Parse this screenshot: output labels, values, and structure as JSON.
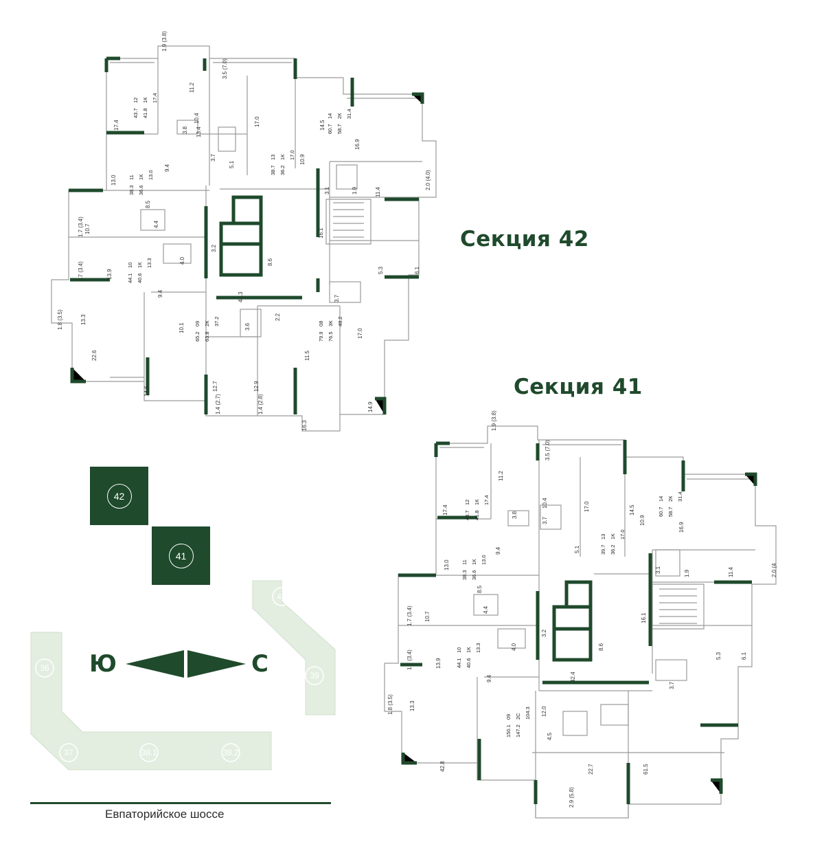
{
  "sections": {
    "s42": {
      "title": "Секция 42",
      "apartments": [
        {
          "num": "12",
          "type": "1К",
          "areas": [
            "17.4",
            "41.8",
            "43.7"
          ]
        },
        {
          "num": "11",
          "type": "1К",
          "areas": [
            "13.0",
            "36.6",
            "38.3"
          ]
        },
        {
          "num": "13",
          "type": "1К",
          "areas": [
            "17.0",
            "36.2",
            "38.7"
          ]
        },
        {
          "num": "14",
          "type": "2К",
          "areas": [
            "31.4",
            "58.7",
            "60.7"
          ]
        },
        {
          "num": "10",
          "type": "1К",
          "areas": [
            "13.3",
            "40.6",
            "44.1"
          ]
        },
        {
          "num": "09",
          "type": "2К",
          "areas": [
            "37.2",
            "63.8",
            "65.2"
          ]
        },
        {
          "num": "08",
          "type": "3К",
          "areas": [
            "48.2",
            "76.5",
            "79.9"
          ]
        }
      ],
      "rooms": [
        "1.9 (3.8)",
        "3.5 (7.0)",
        "11.2",
        "17.4",
        "10.4",
        "3.8",
        "13.4",
        "17.0",
        "14.5",
        "16.9",
        "13.0",
        "9.4",
        "3.7",
        "5.1",
        "10.9",
        "2.0 (4.0)",
        "8.5",
        "4.4",
        "1.7 (3.4)",
        "10.7",
        "3.2",
        "4.0",
        "16.1",
        "8.6",
        "1.7 (3.4)",
        "13.9",
        "5.3",
        "6.1",
        "9.4",
        "42.3",
        "3.7",
        "1.8 (3.5)",
        "13.3",
        "10.1",
        "2.2",
        "3.6",
        "17.0",
        "22.6",
        "11.5",
        "12.7",
        "12.9",
        "14.6",
        "1.4 (2.7)",
        "1.4 (2.8)",
        "14.9",
        "16.3",
        "3.1",
        "1.9",
        "11.4"
      ]
    },
    "s41": {
      "title": "Секция 41",
      "apartments": [
        {
          "num": "12",
          "type": "1К",
          "areas": [
            "17.4",
            "41.8",
            "43.7"
          ]
        },
        {
          "num": "11",
          "type": "1К",
          "areas": [
            "13.0",
            "36.6",
            "38.3"
          ]
        },
        {
          "num": "13",
          "type": "1К",
          "areas": [
            "17.0",
            "36.2",
            "39.7"
          ]
        },
        {
          "num": "14",
          "type": "2К",
          "areas": [
            "31.4",
            "58.7",
            "60.7"
          ]
        },
        {
          "num": "10",
          "type": "1К",
          "areas": [
            "13.3",
            "40.6",
            "44.1"
          ]
        },
        {
          "num": "09",
          "type": "2С",
          "areas": [
            "104.3",
            "147.2",
            "150.1"
          ]
        }
      ],
      "rooms": [
        "1.9 (3.8)",
        "3.5 (7.0)",
        "11.2",
        "17.4",
        "3.8",
        "10.4",
        "3.7",
        "17.0",
        "14.5",
        "10.9",
        "16.9",
        "13.0",
        "9.4",
        "5.1",
        "3.1",
        "1.9",
        "11.4",
        "2.0 (4",
        "8.5",
        "4.4",
        "10.7",
        "1.7 (3.4)",
        "3.2",
        "16.1",
        "8.6",
        "1.7 (3.4)",
        "4.0",
        "13.9",
        "5.3",
        "6.1",
        "9.4",
        "42.4",
        "3.7",
        "1.8 (3.5)",
        "13.3",
        "12.0",
        "4.5",
        "42.8",
        "22.7",
        "61.5",
        "2.9 (5.8)"
      ]
    }
  },
  "sitemap": {
    "boxes": [
      "42",
      "41"
    ],
    "buildings": [
      "40",
      "39",
      "36",
      "37",
      "38.1",
      "38.2"
    ],
    "compass": {
      "south": "Ю",
      "north": "С"
    },
    "road": "Евпаторийское шоссе"
  },
  "colors": {
    "accent": "#1f4a2c",
    "light_green": "#e3eee0",
    "plan_line": "#9a9a9a"
  }
}
